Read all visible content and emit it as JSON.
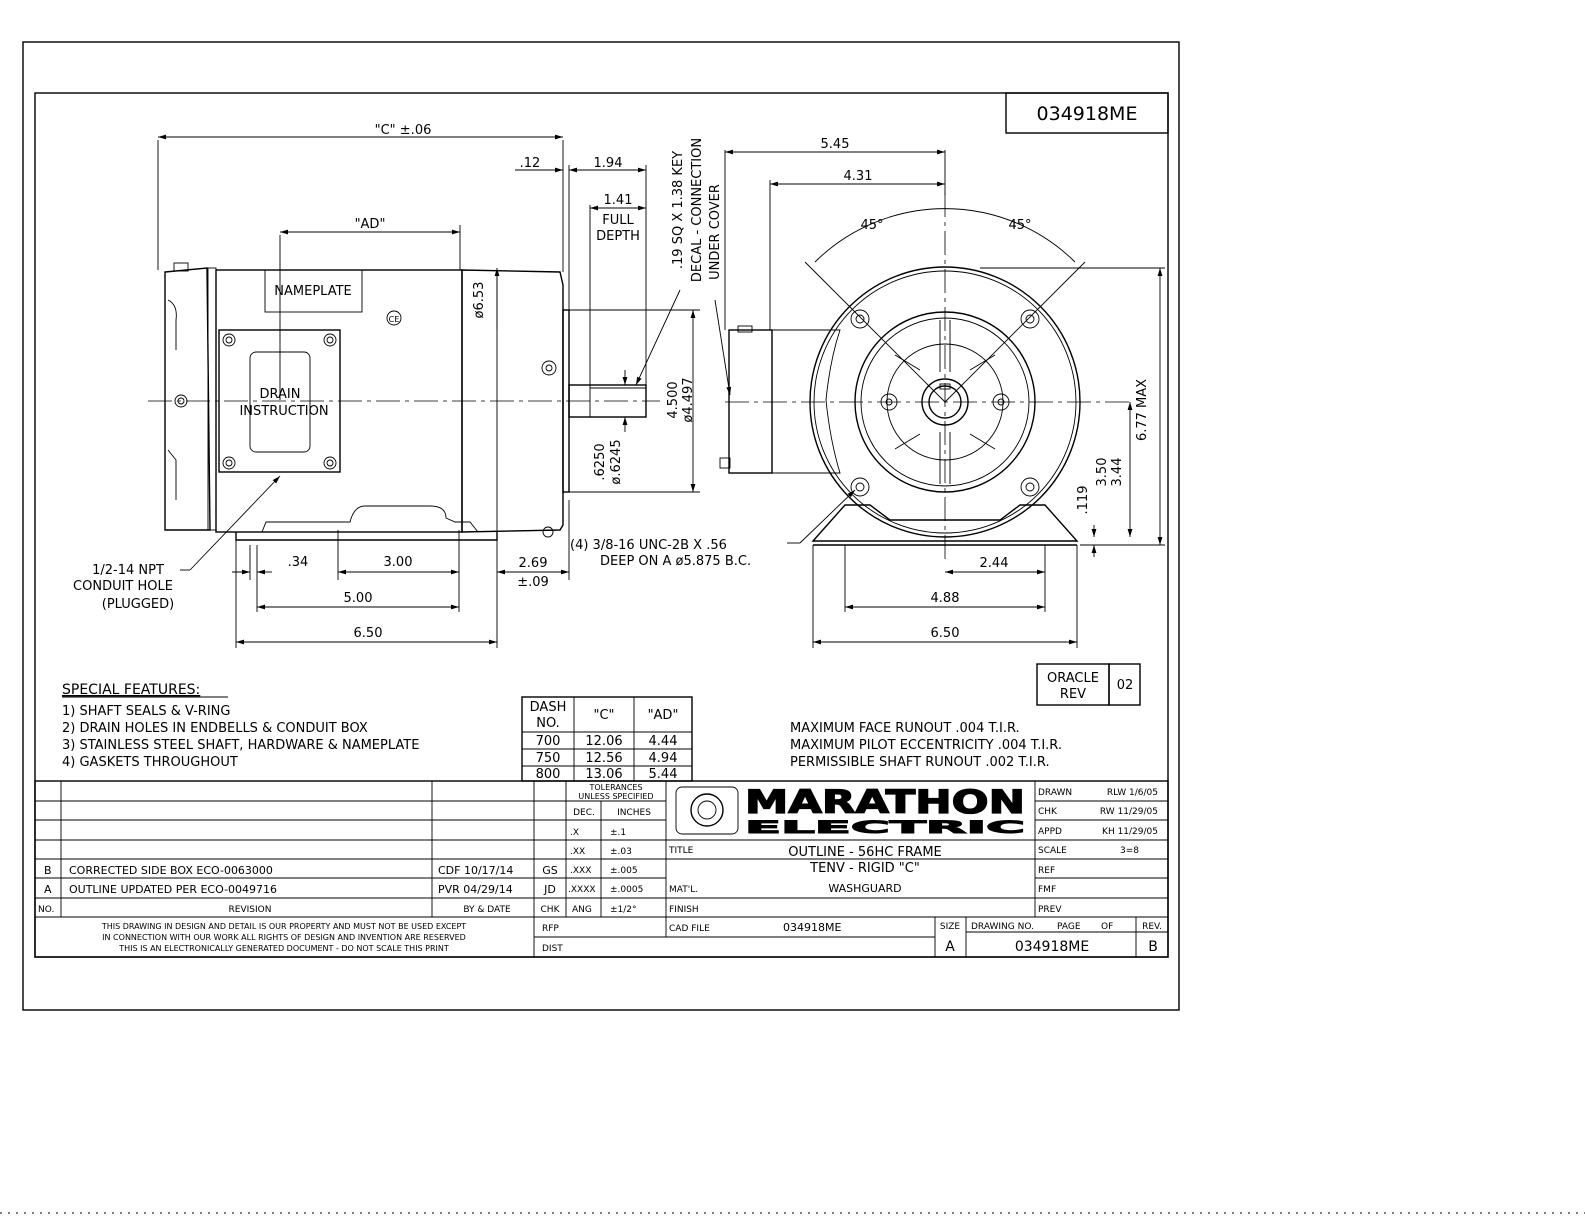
{
  "drawing_number": "034918ME",
  "side_view": {
    "dim_c": "\"C\" ±.06",
    "dim_ad": "\"AD\"",
    "dim_012": ".12",
    "dim_194": "1.94",
    "dim_141": "1.41",
    "full_depth": [
      "FULL",
      "DEPTH"
    ],
    "nameplate": "NAMEPLATE",
    "drain_instruction": [
      "DRAIN",
      "INSTRUCTION"
    ],
    "dia_653": "ø6.53",
    "key_note": [
      ".19 SQ X 1.38 KEY",
      "DECAL - CONNECTION",
      "UNDER COVER"
    ],
    "shaft_dia": [
      ".6250",
      "ø.6245"
    ],
    "pilot_dia": [
      "4.500",
      "ø4.497"
    ],
    "conduit_note": [
      "1/2-14 NPT",
      "CONDUIT HOLE",
      "(PLUGGED)"
    ],
    "dim_034": ".34",
    "dim_300": "3.00",
    "dim_269": [
      "2.69",
      "±.09"
    ],
    "dim_500": "5.00",
    "dim_650": "6.50"
  },
  "end_view": {
    "dim_545": "5.45",
    "dim_431": "4.31",
    "angle_left": "45°",
    "angle_right": "45°",
    "dim_677": "6.77 MAX",
    "dim_350": [
      "3.50",
      "3.44"
    ],
    "dim_119": ".119",
    "dim_244": "2.44",
    "dim_488": "4.88",
    "dim_650": "6.50",
    "mount_note": [
      "(4) 3/8-16 UNC-2B X .56",
      "DEEP ON A ø5.875 B.C."
    ]
  },
  "oracle": {
    "label": [
      "ORACLE",
      "REV"
    ],
    "value": "02"
  },
  "special_features": {
    "title": "SPECIAL FEATURES:",
    "items": [
      "1) SHAFT SEALS & V-RING",
      "2) DRAIN HOLES IN ENDBELLS & CONDUIT BOX",
      "3) STAINLESS STEEL SHAFT, HARDWARE & NAMEPLATE",
      "4) GASKETS THROUGHOUT"
    ]
  },
  "dash_table": {
    "headers": [
      "DASH NO.",
      "\"C\"",
      "\"AD\""
    ],
    "header_dash": [
      "DASH",
      "NO."
    ],
    "rows": [
      [
        "700",
        "12.06",
        "4.44"
      ],
      [
        "750",
        "12.56",
        "4.94"
      ],
      [
        "800",
        "13.06",
        "5.44"
      ]
    ]
  },
  "runout_notes": [
    "MAXIMUM FACE RUNOUT .004 T.I.R.",
    "MAXIMUM PILOT ECCENTRICITY .004 T.I.R.",
    "PERMISSIBLE SHAFT RUNOUT .002 T.I.R."
  ],
  "revisions": {
    "header": {
      "no": "NO.",
      "revision": "REVISION",
      "by_date": "BY & DATE",
      "chk": "CHK"
    },
    "rows": [
      {
        "no": "B",
        "text": "CORRECTED SIDE BOX ECO-0063000",
        "by_date": "CDF 10/17/14",
        "chk": "GS"
      },
      {
        "no": "A",
        "text": "OUTLINE UPDATED PER ECO-0049716",
        "by_date": "PVR 04/29/14",
        "chk": "JD"
      }
    ]
  },
  "tolerances": {
    "title": [
      "TOLERANCES",
      "UNLESS SPECIFIED"
    ],
    "header": [
      "DEC.",
      "INCHES"
    ],
    "rows": [
      [
        ".X",
        "±.1"
      ],
      [
        ".XX",
        "±.03"
      ],
      [
        ".XXX",
        "±.005"
      ],
      [
        ".XXXX",
        "±.0005"
      ],
      [
        "ANG",
        "±1/2°"
      ]
    ]
  },
  "logo": {
    "line1": "MARATHON",
    "line2": "ELECTRIC"
  },
  "approvals": [
    {
      "label": "DRAWN",
      "value": "RLW 1/6/05"
    },
    {
      "label": "CHK",
      "value": "RW 11/29/05"
    },
    {
      "label": "APPD",
      "value": "KH 11/29/05"
    },
    {
      "label": "SCALE",
      "value": "3=8"
    },
    {
      "label": "REF",
      "value": ""
    },
    {
      "label": "FMF",
      "value": ""
    },
    {
      "label": "PREV",
      "value": ""
    }
  ],
  "title_block": {
    "title_label": "TITLE",
    "title_lines": [
      "OUTLINE - 56HC FRAME",
      "TENV - RIGID \"C\""
    ],
    "matl_label": "MAT'L.",
    "matl_value": "WASHGUARD",
    "finish_label": "FINISH",
    "rfp_label": "RFP",
    "dist_label": "DIST",
    "cad_label": "CAD FILE",
    "cad_value": "034918ME",
    "size_label": "SIZE",
    "size_value": "A",
    "dwg_no_label": "DRAWING NO.",
    "page_label": "PAGE",
    "of_label": "OF",
    "dwg_no_value": "034918ME",
    "rev_label": "REV.",
    "rev_value": "B"
  },
  "disclaimer": [
    "THIS DRAWING IN DESIGN AND DETAIL IS OUR PROPERTY AND MUST NOT BE USED EXCEPT",
    "IN CONNECTION WITH OUR WORK ALL RIGHTS OF DESIGN AND INVENTION ARE RESERVED",
    "THIS IS AN ELECTRONICALLY GENERATED DOCUMENT - DO NOT SCALE THIS PRINT"
  ]
}
